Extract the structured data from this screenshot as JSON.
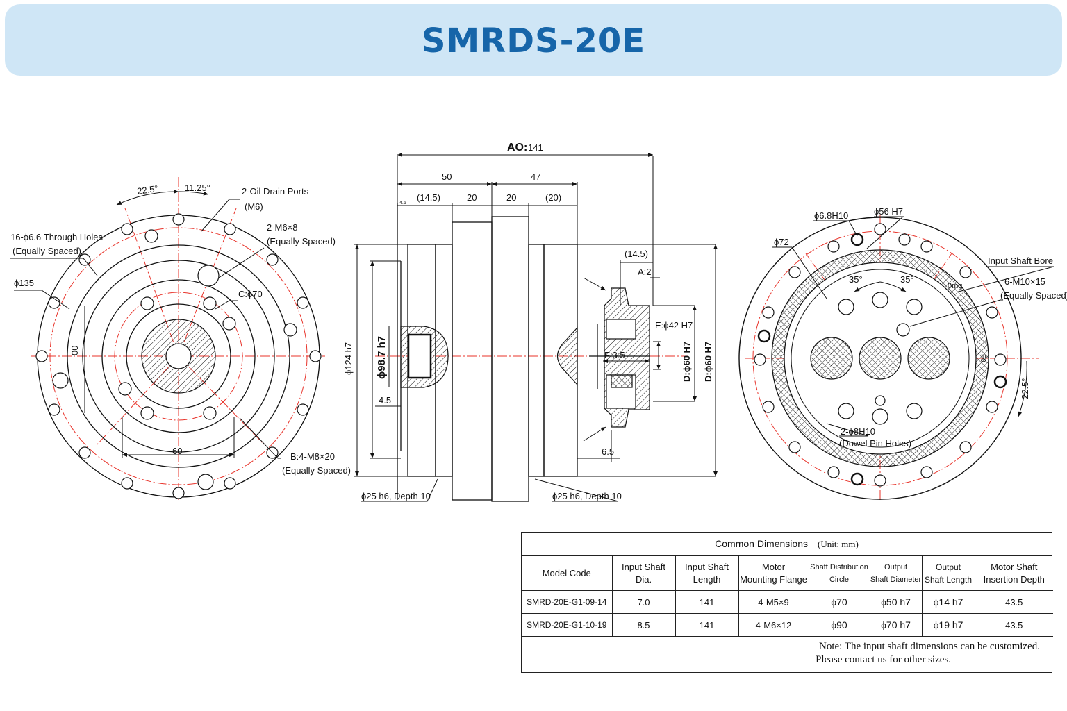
{
  "title": "SMRDS-20E",
  "left_view": {
    "angle_a": "22.5°",
    "angle_b": "11.25°",
    "oil_drain": "2-Oil Drain Ports",
    "oil_drain_size": "(M6)",
    "m6": "2-M6×8",
    "m6_note": "(Equally Spaced)",
    "through_holes": "16-ϕ6.6 Through Holes",
    "through_holes_note": "(Equally Spaced)",
    "dia135": "ϕ135",
    "c70": "C:ϕ70",
    "d00": "00",
    "w60": "60",
    "b_m8": "B:4-M8×20",
    "b_m8_note": "(Equally Spaced)"
  },
  "side_view": {
    "ao_label": "AO:",
    "ao_value": "141",
    "d50": "50",
    "d47": "47",
    "d14_5": "(14.5)",
    "d20a": "20",
    "d20b": "20",
    "d20c": "(20)",
    "dsmall": "4.5",
    "d124": "ϕ124 h7",
    "d98": "ϕ98.7 h7",
    "d45": "4.5",
    "shaft_left": "ϕ25 h6, Depth 10",
    "shaft_right": "ϕ25 h6, Depth 10"
  },
  "motor_detail": {
    "d14_5": "(14.5)",
    "a2": "A:2",
    "e42": "E:ϕ42 H7",
    "f35": "F:3.5",
    "d60a": "D:ϕ60 H7",
    "d60b": "D:ϕ60 H7",
    "d65": "6.5"
  },
  "right_view": {
    "pin": "ϕ6.8H10",
    "d56": "ϕ56 H7",
    "d72": "ϕ72",
    "bore": "Input Shaft Bore",
    "angle1": "35°",
    "angle2": "35°",
    "m10": "6-M10×15",
    "m10_note": "(Equally Spaced)",
    "dowel": "2-ϕ8H10",
    "dowel_note": "(Dowel Pin Holes)",
    "angle3": "22.5°",
    "f0": "F0",
    "small": "0mg"
  },
  "table": {
    "caption": "Common Dimensions",
    "unit": "(Unit:  mm)",
    "headers": [
      [
        "Model Code",
        ""
      ],
      [
        "Input Shaft",
        "Dia."
      ],
      [
        "Input Shaft",
        "Length"
      ],
      [
        "Motor",
        "Mounting Flange"
      ],
      [
        "Shaft Distribution",
        "Circle"
      ],
      [
        "Output",
        "Shaft Diameter"
      ],
      [
        "Output",
        "Shaft Length"
      ],
      [
        "Motor Shaft",
        "Insertion Depth"
      ]
    ],
    "rows": [
      [
        "SMRD-20E-G1-09-14",
        "7.0",
        "141",
        "4-M5×9",
        "ϕ70",
        "ϕ50 h7",
        "ϕ14 h7",
        "43.5"
      ],
      [
        "SMRD-20E-G1-10-19",
        "8.5",
        "141",
        "4-M6×12",
        "ϕ90",
        "ϕ70 h7",
        "ϕ19 h7",
        "43.5"
      ]
    ],
    "note_line1": "Note:  The input shaft dimensions can be customized.",
    "note_line2": "Please contact us for other sizes."
  },
  "colors": {
    "header_bg": "#cfe6f6",
    "title": "#1665a9",
    "centerline": "#e8332a",
    "line": "#111111"
  }
}
